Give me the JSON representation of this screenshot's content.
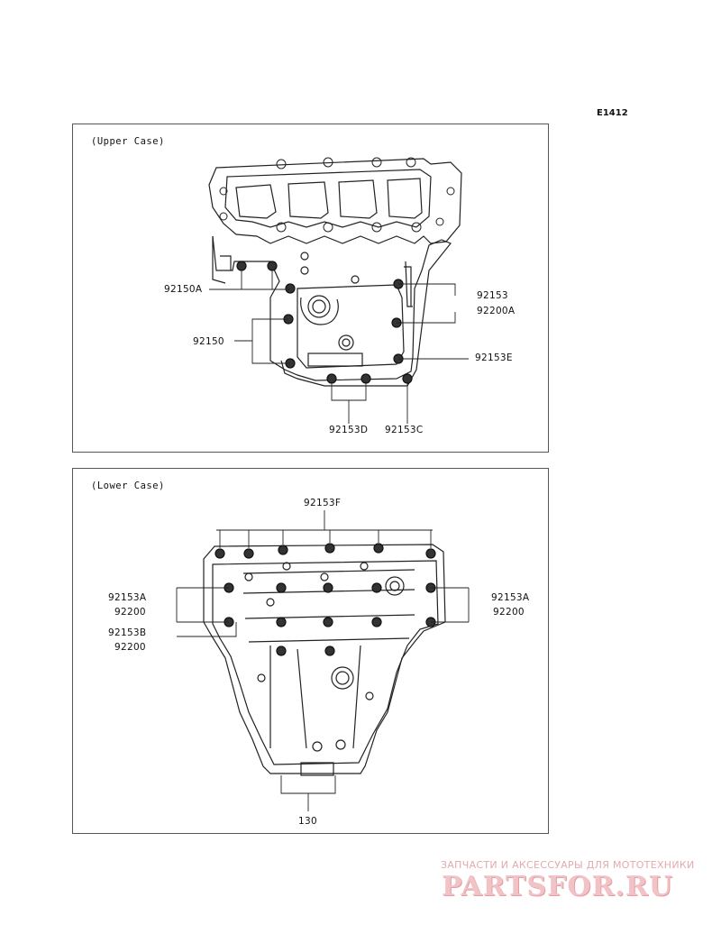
{
  "diagram_code": "E1412",
  "upper_case": {
    "title": "(Upper Case)",
    "labels": {
      "l92150A": "92150A",
      "l92150": "92150",
      "l92153": "92153",
      "l92200A": "92200A",
      "l92153E": "92153E",
      "l92153D": "92153D",
      "l92153C": "92153C"
    }
  },
  "lower_case": {
    "title": "(Lower Case)",
    "labels": {
      "l92153F": "92153F",
      "l92153A_left": "92153A",
      "l92200_left1": "92200",
      "l92153B": "92153B",
      "l92200_left2": "92200",
      "l92153A_right": "92153A",
      "l92200_right": "92200",
      "l130": "130"
    }
  },
  "watermark": {
    "line1": "ЗАПЧАСТИ И АКСЕССУАРЫ ДЛЯ МОТОТЕХНИКИ",
    "brand": "PARTSFOR.RU"
  }
}
